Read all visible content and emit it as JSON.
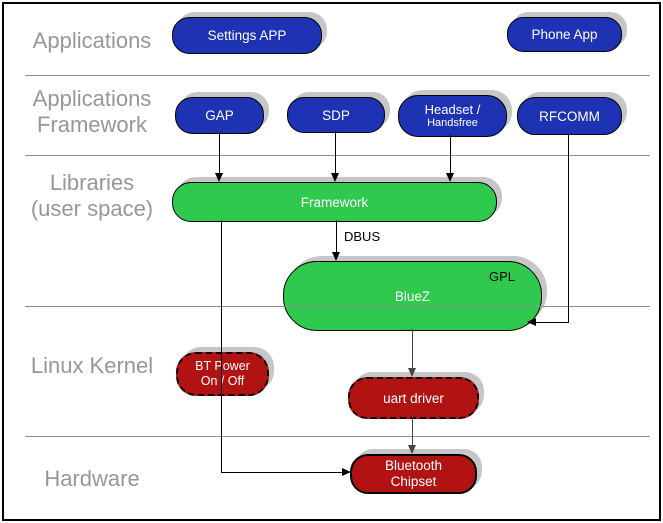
{
  "colors": {
    "app_blue": "#1d33b4",
    "lib_green": "#2fca4d",
    "kernel_red": "#b11212",
    "shadow": "#c6c6c6",
    "label_gray": "#979797",
    "divider_gray": "#8f8f8f"
  },
  "layers": [
    {
      "lines": [
        "Applications"
      ]
    },
    {
      "lines": [
        "Applications",
        "Framework"
      ]
    },
    {
      "lines": [
        "Libraries",
        "(user space)"
      ]
    },
    {
      "lines": [
        "Linux Kernel"
      ]
    },
    {
      "lines": [
        "Hardware"
      ]
    }
  ],
  "nodes": {
    "settings_app": {
      "label": "Settings APP"
    },
    "phone_app": {
      "label": "Phone App"
    },
    "gap": {
      "label": "GAP"
    },
    "sdp": {
      "label": "SDP"
    },
    "headset": {
      "line1": "Headset /",
      "line2": "Handsfree"
    },
    "rfcomm": {
      "label": "RFCOMM"
    },
    "framework": {
      "label": "Framework"
    },
    "bluez": {
      "label": "BlueZ",
      "badge": "GPL"
    },
    "bt_power": {
      "line1": "BT Power",
      "line2": "On / Off"
    },
    "uart": {
      "label": "uart driver"
    },
    "chipset": {
      "line1": "Bluetooth",
      "line2": "Chipset"
    }
  },
  "edges": {
    "dbus_label": "DBUS"
  }
}
